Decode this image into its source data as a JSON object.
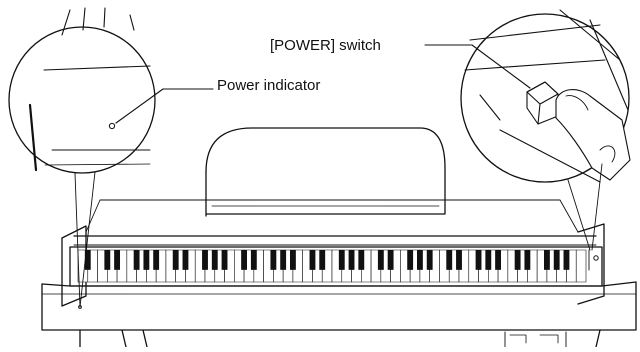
{
  "labels": {
    "power_switch": "[POWER] switch",
    "power_indicator": "Power indicator"
  },
  "colors": {
    "line": "#111111",
    "white_key": "#ffffff",
    "black_key": "#111111",
    "background": "#ffffff"
  },
  "keyboard": {
    "key_count": 88,
    "white_key_count": 52,
    "black_key_count": 36
  }
}
